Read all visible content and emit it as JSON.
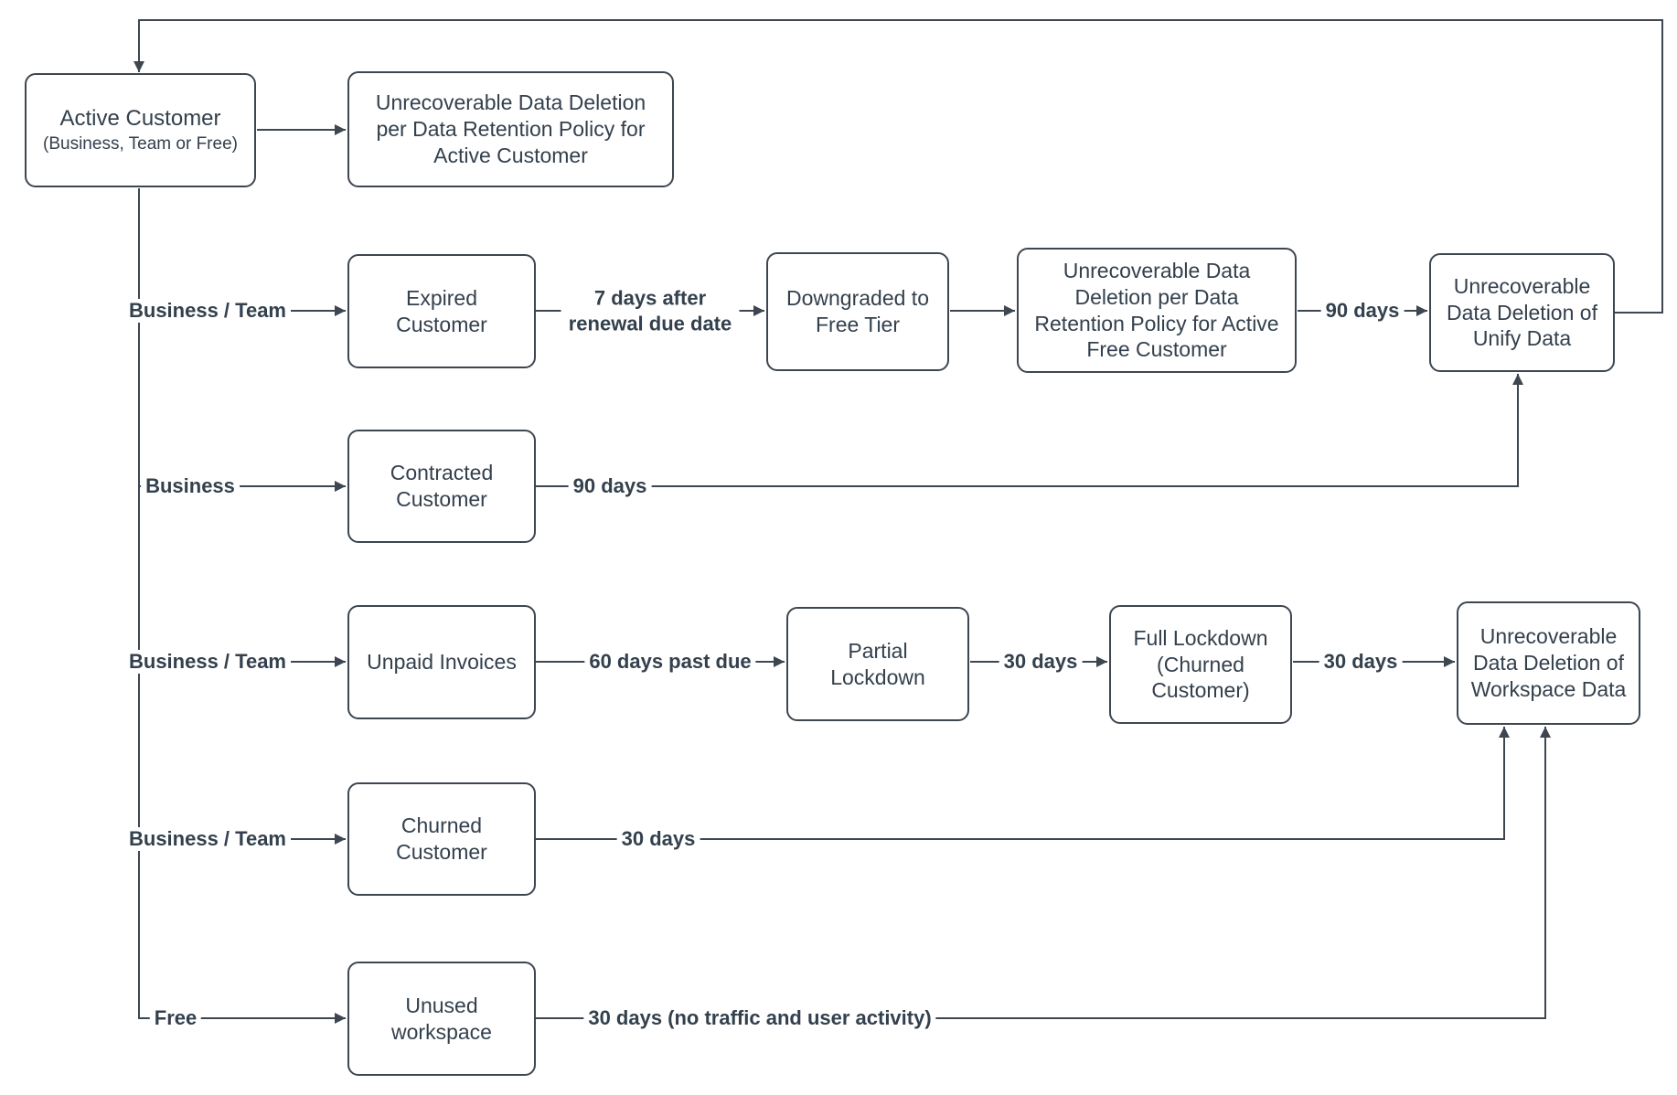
{
  "colors": {
    "stroke": "#3d4651",
    "text": "#33404d",
    "background": "#ffffff"
  },
  "nodes": {
    "active_customer": {
      "title": "Active Customer",
      "subtitle": "(Business, Team or Free)"
    },
    "deletion_active": {
      "label": "Unrecoverable Data Deletion per Data Retention Policy for Active Customer"
    },
    "expired_customer": {
      "label": "Expired Customer"
    },
    "downgraded_free_tier": {
      "label": "Downgraded to Free Tier"
    },
    "deletion_active_free": {
      "label": "Unrecoverable Data Deletion per Data Retention Policy for Active Free Customer"
    },
    "deletion_unify": {
      "label": "Unrecoverable Data Deletion of Unify Data"
    },
    "contracted_customer": {
      "label": "Contracted Customer"
    },
    "unpaid_invoices": {
      "label": "Unpaid Invoices"
    },
    "partial_lockdown": {
      "label": "Partial Lockdown"
    },
    "full_lockdown": {
      "label": "Full Lockdown (Churned Customer)"
    },
    "deletion_workspace": {
      "label": "Unrecoverable Data Deletion of Workspace Data"
    },
    "churned_customer": {
      "label": "Churned Customer"
    },
    "unused_workspace": {
      "label": "Unused workspace"
    }
  },
  "edge_labels": {
    "branch_expired": "Business / Team",
    "branch_contracted": "Business",
    "branch_unpaid": "Business / Team",
    "branch_churned": "Business / Team",
    "branch_unused": "Free",
    "expired_to_downgraded": "7 days after renewal due date",
    "free_deletion_to_unify": "90 days",
    "contracted_to_unify": "90 days",
    "unpaid_to_partial": "60 days past due",
    "partial_to_full": "30 days",
    "full_to_workspace": "30 days",
    "churned_to_workspace": "30 days",
    "unused_to_workspace": "30 days (no traffic and user activity)"
  }
}
